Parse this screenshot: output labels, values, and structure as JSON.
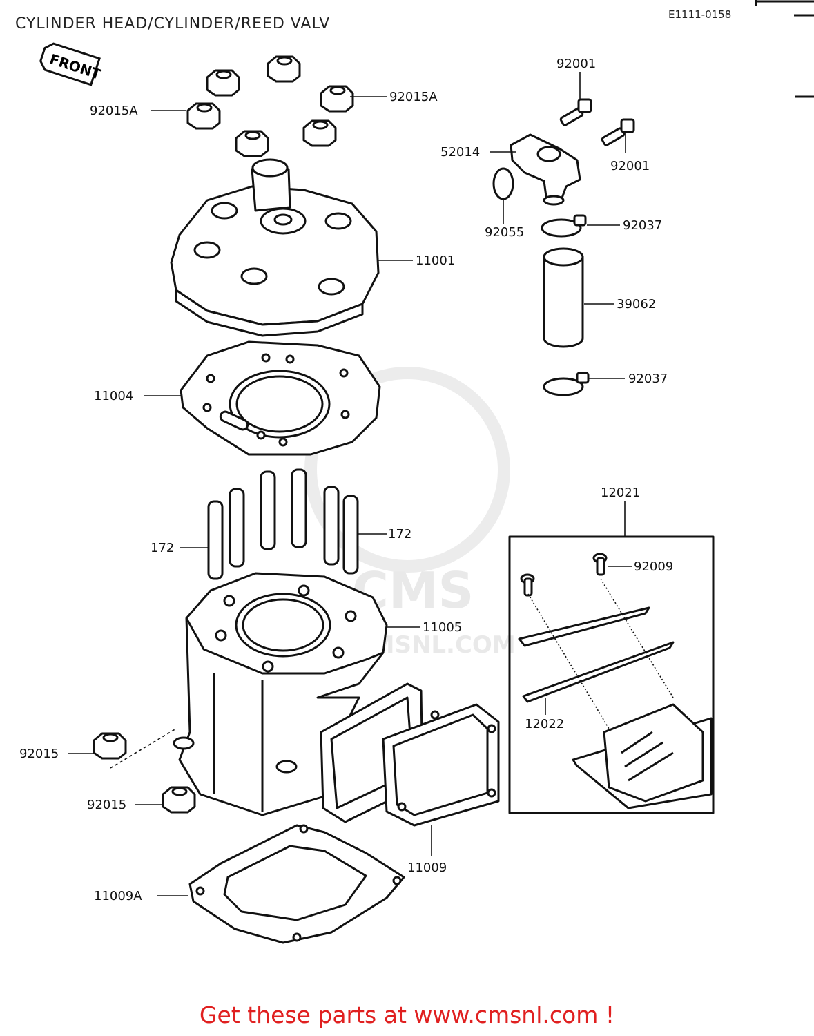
{
  "header": {
    "title": "CYLINDER HEAD/CYLINDER/REED VALV",
    "ref_code": "E1111-0158"
  },
  "front_tag": "FRONT",
  "watermark": {
    "brand": "CMS",
    "url": "WWW.CMSNL.COM"
  },
  "labels": {
    "l92015A_left": "92015A",
    "l92015A_right": "92015A",
    "l92001_top": "92001",
    "l92001_right": "92001",
    "l52014": "52014",
    "l92055": "92055",
    "l92037_top": "92037",
    "l11001": "11001",
    "l39062": "39062",
    "l92037_bottom": "92037",
    "l11004": "11004",
    "l12021": "12021",
    "l172_left": "172",
    "l172_right": "172",
    "l92009": "92009",
    "l11005": "11005",
    "l12022": "12022",
    "l92015_upper": "92015",
    "l92015_lower": "92015",
    "l11009": "11009",
    "l11009A": "11009A"
  },
  "footer": {
    "text": "Get these parts at www.cmsnl.com !",
    "color": "#e02020"
  }
}
